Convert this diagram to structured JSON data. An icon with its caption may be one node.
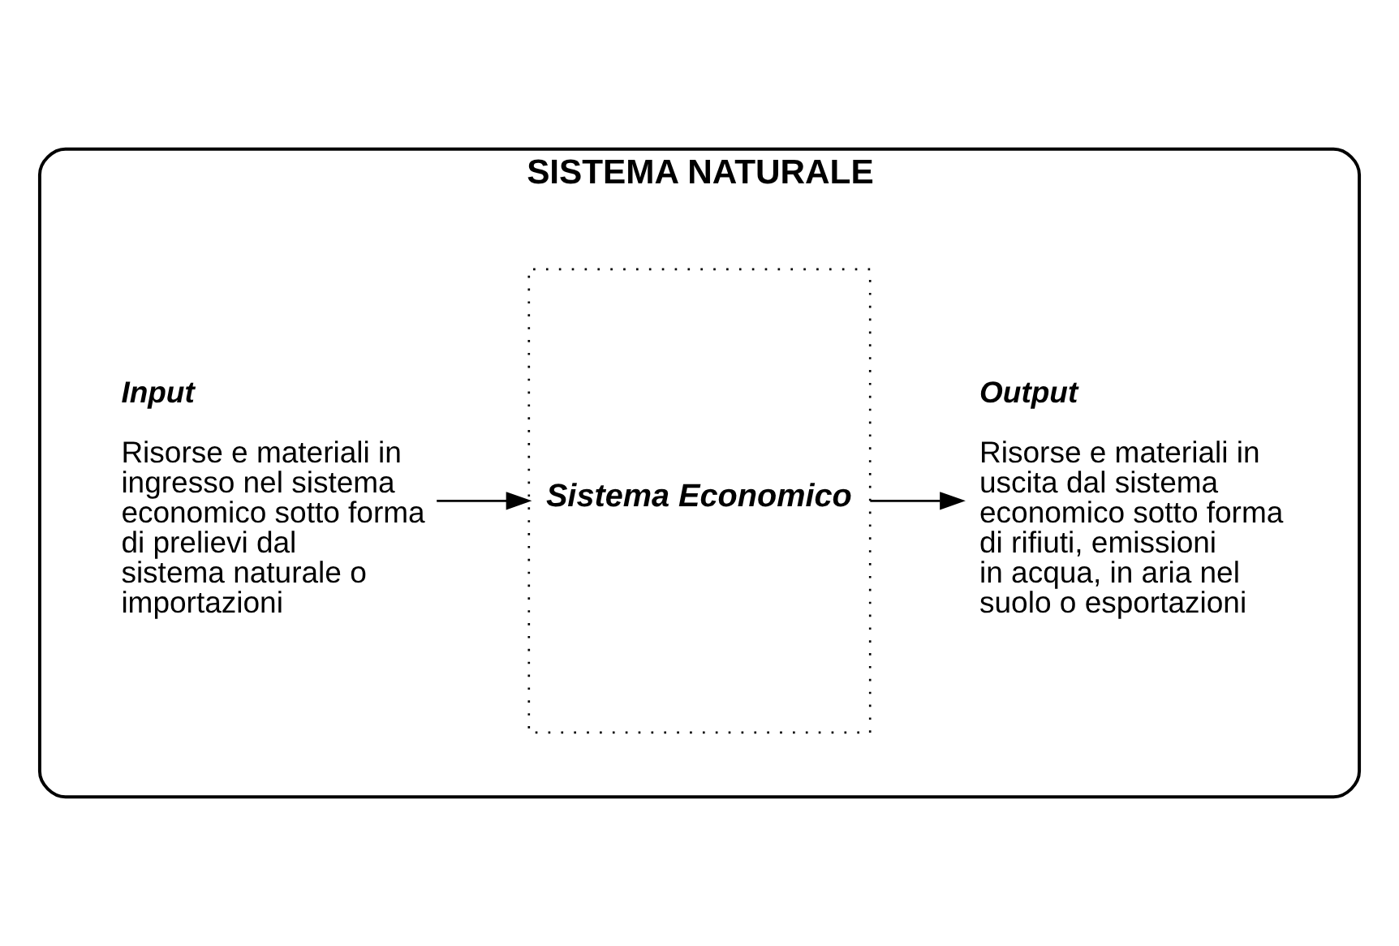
{
  "diagram": {
    "nodes": [
      {
        "text": [
          "SISTEMA NATURALE"
        ]
      },
      {
        "text": [
          "Input",
          "Risorse e materiali in ingresso nel sistema economico sotto forma di prelievi dal sistema naturale o importazioni"
        ],
        "in": 0
      },
      {
        "text": [
          "Sistema Economico"
        ],
        "in": 0
      },
      {
        "text": [
          "Output",
          "Risorse e materiali in uscita dal sistema economico sotto forma di rifiuti, emissioni in acqua, in aria nel suolo o esportazioni"
        ],
        "in": 0
      }
    ],
    "edges": [
      {
        "from": 1,
        "to": 2,
        "arrow": "to"
      },
      {
        "from": 2,
        "to": 3,
        "arrow": "to"
      }
    ]
  }
}
